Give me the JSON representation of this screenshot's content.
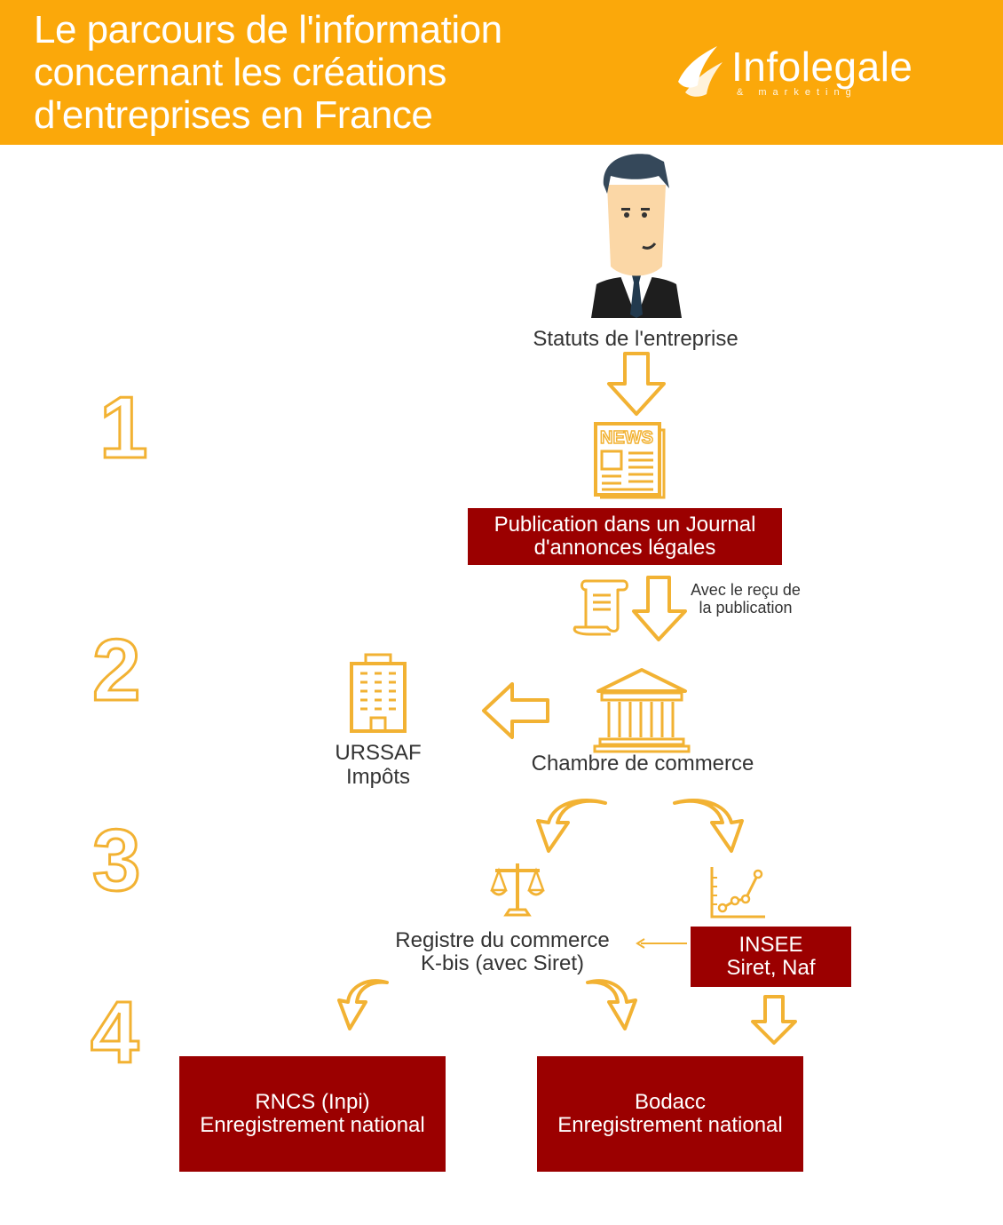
{
  "header": {
    "title_lines": [
      "Le parcours de l'information",
      "concernant les créations",
      "d'entreprises en France"
    ],
    "brand_name": "Infolegale",
    "brand_tagline": "& marketing"
  },
  "steps": [
    "1",
    "2",
    "3",
    "4"
  ],
  "nodes": {
    "statuts": "Statuts de l'entreprise",
    "publication": [
      "Publication dans un Journal",
      "d'annonces légales"
    ],
    "recu": [
      "Avec le reçu de",
      "la publication"
    ],
    "urssaf": [
      "URSSAF",
      "Impôts"
    ],
    "chambre": "Chambre de commerce",
    "registre": [
      "Registre du commerce",
      "K-bis (avec Siret)"
    ],
    "insee": [
      "INSEE",
      "Siret, Naf"
    ],
    "rncs": [
      "RNCS (Inpi)",
      "Enregistrement national"
    ],
    "bodacc": [
      "Bodacc",
      "Enregistrement national"
    ]
  },
  "icons": {
    "person": "businessman-icon",
    "news": "newspaper-icon",
    "receipt": "receipt-icon",
    "building": "office-building-icon",
    "bank": "bank-building-icon",
    "scales": "justice-scales-icon",
    "chart": "line-chart-icon"
  },
  "colors": {
    "header": "#fba80a",
    "accent": "#f2b233",
    "box": "#9b0000"
  }
}
